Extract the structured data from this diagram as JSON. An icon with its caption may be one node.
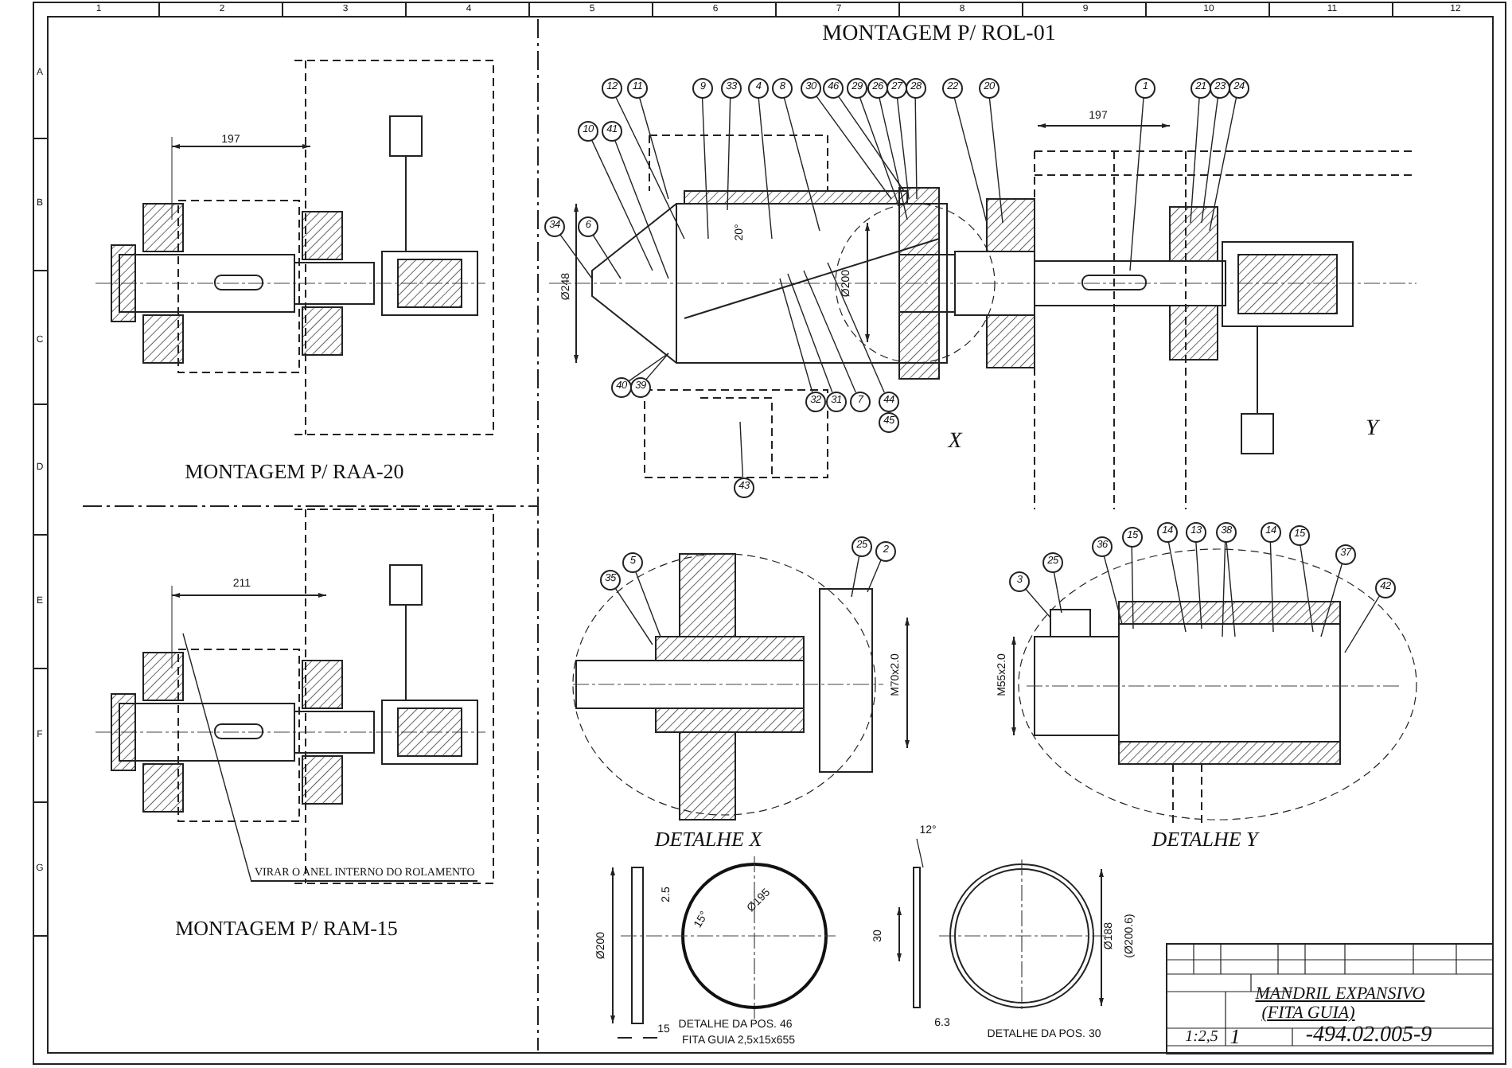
{
  "diagram": {
    "nodes": [
      {
        "text": [
          "12"
        ]
      },
      {
        "text": [
          "11"
        ]
      },
      {
        "text": [
          "9"
        ]
      },
      {
        "text": [
          "33"
        ]
      },
      {
        "text": [
          "4"
        ]
      },
      {
        "text": [
          "8"
        ]
      },
      {
        "text": [
          "30"
        ]
      },
      {
        "text": [
          "46"
        ]
      },
      {
        "text": [
          "29"
        ]
      },
      {
        "text": [
          "26"
        ]
      },
      {
        "text": [
          "27"
        ]
      },
      {
        "text": [
          "28"
        ]
      },
      {
        "text": [
          "22"
        ]
      },
      {
        "text": [
          "20"
        ]
      },
      {
        "text": [
          "1"
        ]
      },
      {
        "text": [
          "21"
        ]
      },
      {
        "text": [
          "23"
        ]
      },
      {
        "text": [
          "24"
        ]
      },
      {
        "text": [
          "10"
        ]
      },
      {
        "text": [
          "41"
        ]
      },
      {
        "text": [
          "34"
        ]
      },
      {
        "text": [
          "6"
        ]
      },
      {
        "text": [
          "40"
        ]
      },
      {
        "text": [
          "39"
        ]
      },
      {
        "text": [
          "32"
        ]
      },
      {
        "text": [
          "31"
        ]
      },
      {
        "text": [
          "7"
        ]
      },
      {
        "text": [
          "44"
        ]
      },
      {
        "text": [
          "45"
        ]
      },
      {
        "text": [
          "43"
        ]
      },
      {
        "text": [
          "35"
        ]
      },
      {
        "text": [
          "5"
        ]
      },
      {
        "text": [
          "25"
        ]
      },
      {
        "text": [
          "2"
        ]
      },
      {
        "text": [
          "3"
        ]
      },
      {
        "text": [
          "25"
        ]
      },
      {
        "text": [
          "36"
        ]
      },
      {
        "text": [
          "15"
        ]
      },
      {
        "text": [
          "14"
        ]
      },
      {
        "text": [
          "13"
        ]
      },
      {
        "text": [
          "38"
        ]
      },
      {
        "text": [
          "14"
        ]
      },
      {
        "text": [
          "15"
        ]
      },
      {
        "text": [
          "37"
        ]
      },
      {
        "text": [
          "42"
        ]
      },
      {
        "text": [
          "VIRAR O ANEL INTERNO DO ROLAMENTO"
        ]
      }
    ],
    "edges": [
      {
        "from": 0,
        "to": null,
        "arrow": "none"
      },
      {
        "from": 1,
        "to": null,
        "arrow": "none"
      },
      {
        "from": 2,
        "to": null,
        "arrow": "none"
      },
      {
        "from": 3,
        "to": null,
        "arrow": "none"
      },
      {
        "from": 4,
        "to": null,
        "arrow": "none"
      },
      {
        "from": 5,
        "to": null,
        "arrow": "none"
      },
      {
        "from": 6,
        "to": null,
        "arrow": "none"
      },
      {
        "from": 7,
        "to": null,
        "arrow": "none"
      },
      {
        "from": 8,
        "to": null,
        "arrow": "none"
      },
      {
        "from": 9,
        "to": null,
        "arrow": "none"
      },
      {
        "from": 10,
        "to": null,
        "arrow": "none"
      },
      {
        "from": 11,
        "to": null,
        "arrow": "none"
      },
      {
        "from": 12,
        "to": null,
        "arrow": "none"
      },
      {
        "from": 13,
        "to": null,
        "arrow": "none"
      },
      {
        "from": 14,
        "to": null,
        "arrow": "none"
      },
      {
        "from": 15,
        "to": null,
        "arrow": "none"
      },
      {
        "from": 16,
        "to": null,
        "arrow": "none"
      },
      {
        "from": 17,
        "to": null,
        "arrow": "none"
      },
      {
        "from": 18,
        "to": null,
        "arrow": "none"
      },
      {
        "from": 19,
        "to": null,
        "arrow": "none"
      },
      {
        "from": 20,
        "to": null,
        "arrow": "none"
      },
      {
        "from": 21,
        "to": null,
        "arrow": "none"
      },
      {
        "from": 22,
        "to": null,
        "arrow": "none"
      },
      {
        "from": 23,
        "to": null,
        "arrow": "none"
      },
      {
        "from": 24,
        "to": null,
        "arrow": "none"
      },
      {
        "from": 25,
        "to": null,
        "arrow": "none"
      },
      {
        "from": 26,
        "to": null,
        "arrow": "none"
      },
      {
        "from": 27,
        "to": null,
        "arrow": "none"
      },
      {
        "from": 29,
        "to": null,
        "arrow": "none"
      },
      {
        "from": 30,
        "to": null,
        "arrow": "none"
      },
      {
        "from": 31,
        "to": null,
        "arrow": "none"
      },
      {
        "from": 32,
        "to": null,
        "arrow": "none"
      },
      {
        "from": 33,
        "to": null,
        "arrow": "none"
      },
      {
        "from": 34,
        "to": null,
        "arrow": "none"
      },
      {
        "from": 35,
        "to": null,
        "arrow": "none"
      },
      {
        "from": 36,
        "to": null,
        "arrow": "none"
      },
      {
        "from": 37,
        "to": null,
        "arrow": "none"
      },
      {
        "from": 38,
        "to": null,
        "arrow": "none"
      },
      {
        "from": 39,
        "to": null,
        "arrow": "none"
      },
      {
        "from": 40,
        "to": null,
        "arrow": "none"
      },
      {
        "from": 40,
        "to": null,
        "arrow": "none"
      },
      {
        "from": 41,
        "to": null,
        "arrow": "none"
      },
      {
        "from": 42,
        "to": null,
        "arrow": "none"
      },
      {
        "from": 43,
        "to": null,
        "arrow": "none"
      },
      {
        "from": 44,
        "to": null,
        "arrow": "none"
      },
      {
        "from": 45,
        "to": null,
        "arrow": "none"
      }
    ],
    "labels": [
      "1",
      "2",
      "3",
      "4",
      "5",
      "6",
      "7",
      "8",
      "9",
      "10",
      "11",
      "12",
      "A",
      "B",
      "C",
      "D",
      "E",
      "F",
      "G",
      "MONTAGEM P/ ROL-01",
      "197",
      "MONTAGEM P/ RAA-20",
      "197",
      "Ø248",
      "20°",
      "Ø200",
      "X",
      "Y",
      "211",
      "M70x2.0",
      "M55x2.0",
      "DETALHE X",
      "DETALHE Y",
      "MONTAGEM P/ RAM-15",
      "12°",
      "Ø200",
      "2.5",
      "15°",
      "Ø195",
      "Ø188",
      "(Ø200.6)",
      "30",
      "15",
      "DETALHE DA POS. 46",
      "FITA GUIA 2,5x15x655",
      "6.3",
      "DETALHE DA POS. 30",
      "MANDRIL EXPANSIVO",
      "(FITA GUIA)",
      "1:2,5",
      "1",
      "-494.02.005-9"
    ]
  }
}
